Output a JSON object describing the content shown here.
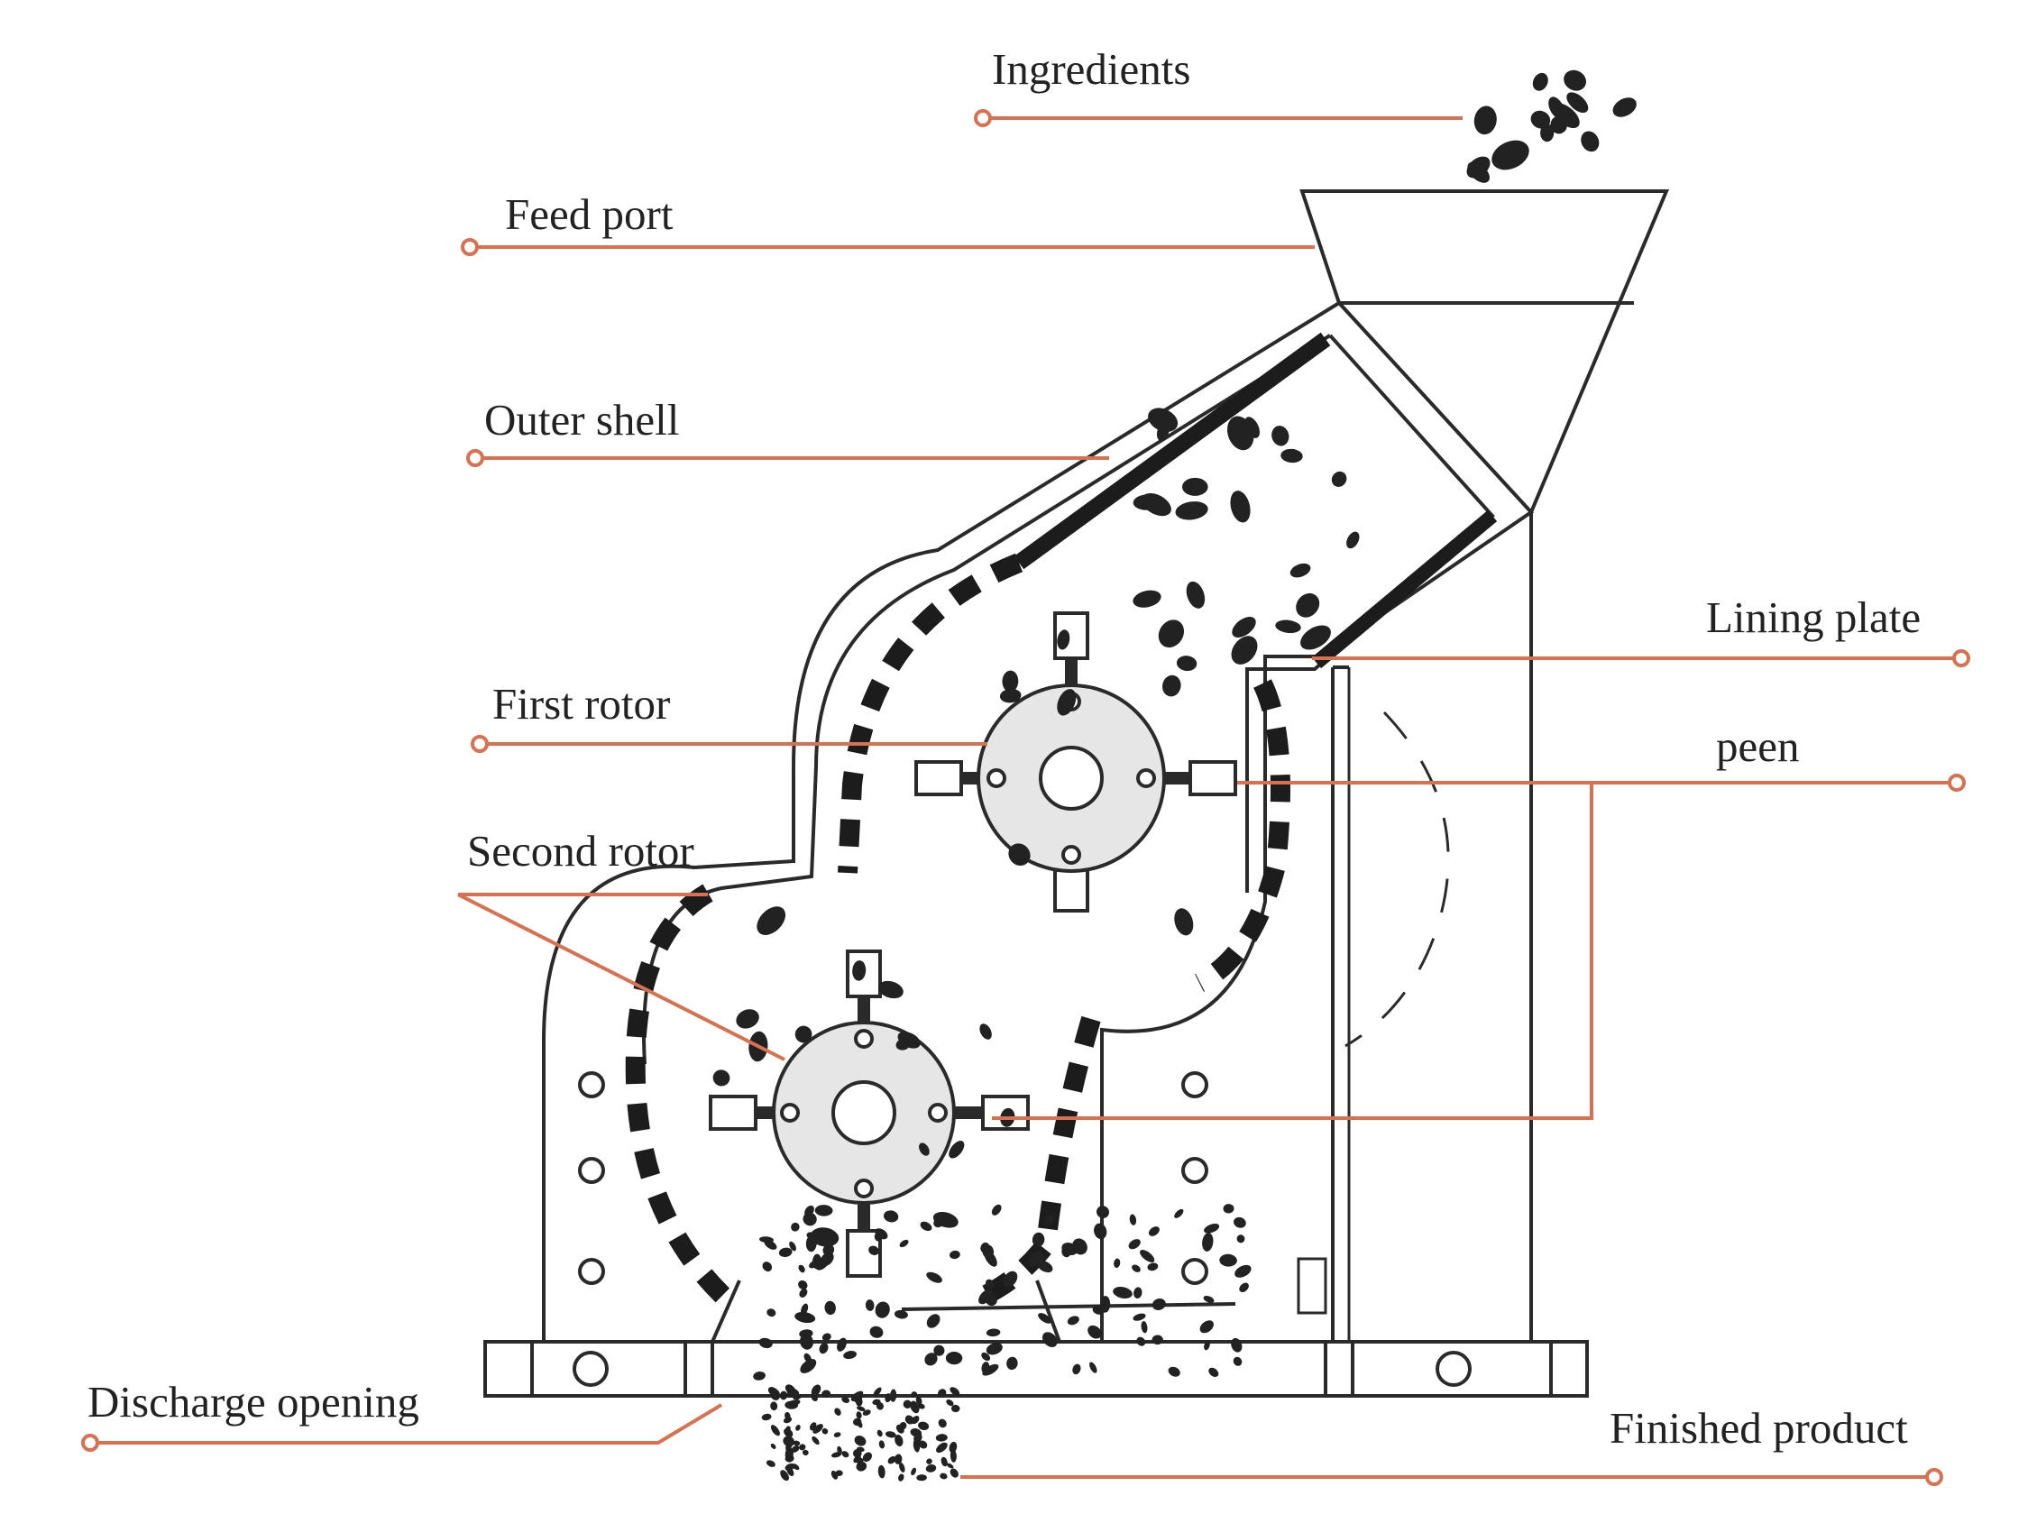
{
  "labels": {
    "ingredients": "Ingredients",
    "feed_port": "Feed port",
    "outer_shell": "Outer shell",
    "first_rotor": "First rotor",
    "second_rotor": "Second rotor",
    "discharge_opening": "Discharge opening",
    "lining_plate": "Lining plate",
    "peen": "peen",
    "finished_product": "Finished product"
  },
  "colors": {
    "leader": "#d9704f",
    "outline": "#2a2a2a",
    "rotor_fill": "#e6e6e6",
    "particle": "#222222"
  }
}
